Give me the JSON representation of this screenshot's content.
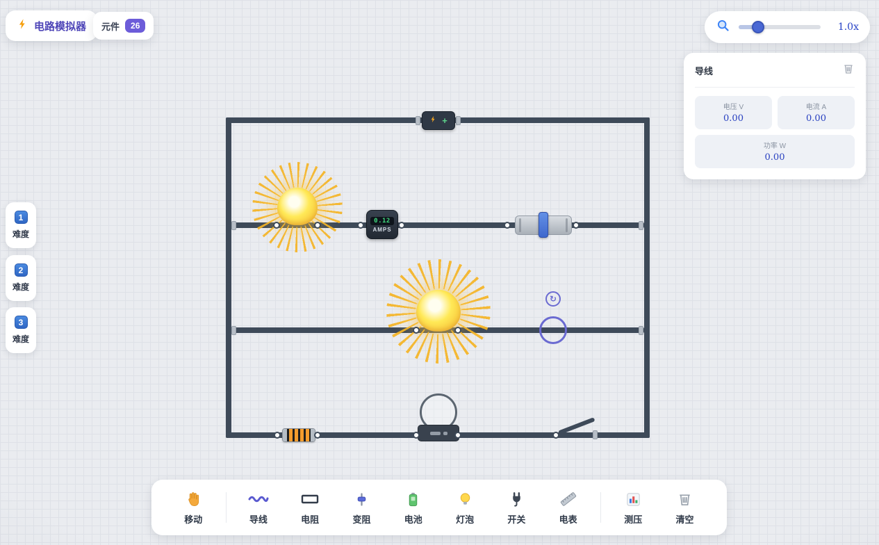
{
  "app": {
    "logo": {
      "title": "电路模拟器"
    },
    "components_badge": {
      "label": "元件",
      "count": "26"
    }
  },
  "zoom": {
    "label": "1.0x"
  },
  "difficulty_buttons": [
    {
      "num": "1",
      "label": "难度"
    },
    {
      "num": "2",
      "label": "难度"
    },
    {
      "num": "3",
      "label": "难度"
    }
  ],
  "properties_panel": {
    "title": "导线",
    "fields": [
      {
        "label": "电压 V",
        "value": "0.00"
      },
      {
        "label": "电流 A",
        "value": "0.00"
      },
      {
        "label": "功率 W",
        "value": "0.00"
      }
    ]
  },
  "toolbar": {
    "items": [
      {
        "label": "移动"
      },
      {
        "label": "导线"
      },
      {
        "label": "电阻"
      },
      {
        "label": "变阻"
      },
      {
        "label": "电池"
      },
      {
        "label": "灯泡"
      },
      {
        "label": "开关"
      },
      {
        "label": "电表"
      },
      {
        "label": "测压"
      },
      {
        "label": "清空"
      }
    ]
  },
  "circuit": {
    "ammeter": {
      "reading": "0.12",
      "unit": "AMPS"
    },
    "battery": {
      "plus": "+"
    },
    "voltmeter": {
      "rotate_glyph": "↻"
    }
  },
  "colors": {
    "accent_indigo": "#5a5ad0",
    "brand_purple": "#4f46b8",
    "value_blue": "#2840c0",
    "wire_dark": "#3e4a59",
    "lcd_green": "#41d97e",
    "glow_yellow": "#f4b426"
  }
}
